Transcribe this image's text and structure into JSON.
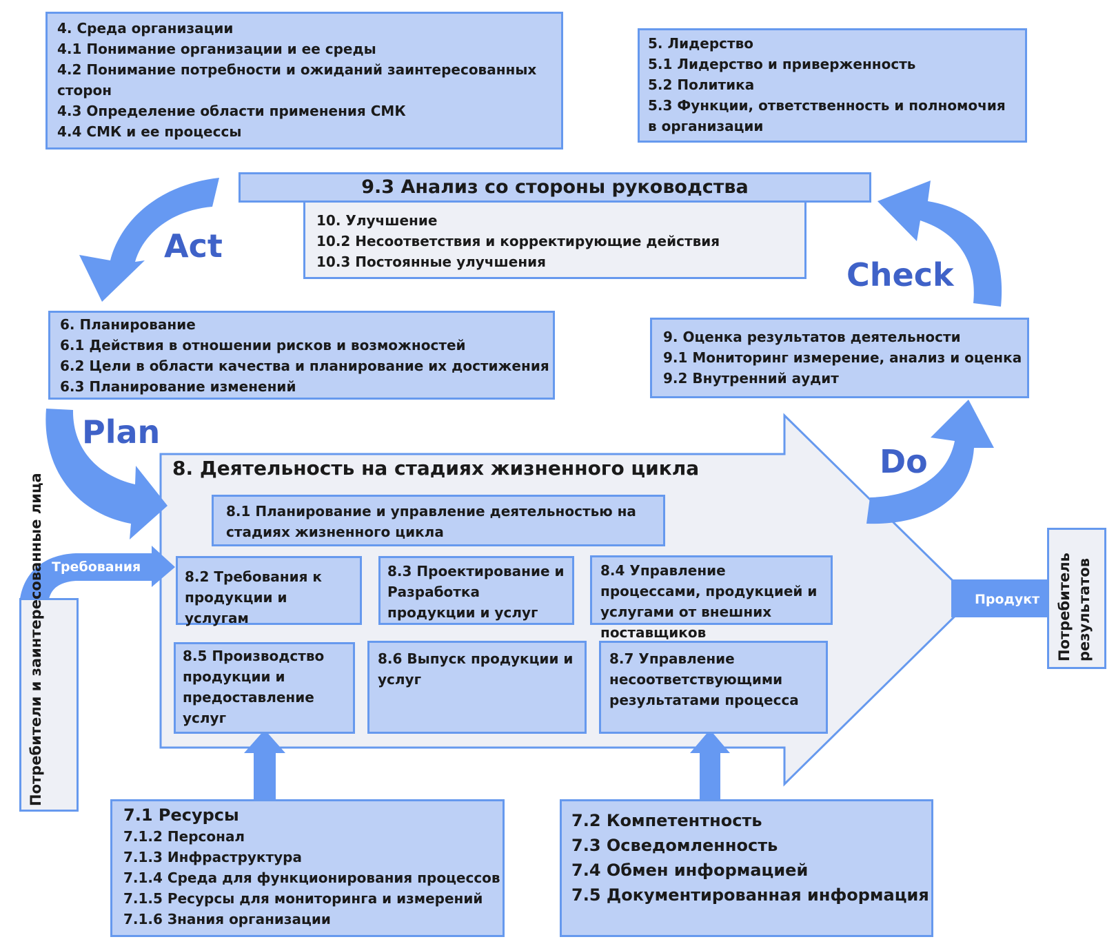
{
  "colors": {
    "box_fill": "#bdd0f6",
    "box_border": "#6699ee",
    "light_fill": "#eef0f6",
    "arrow": "#6699f2",
    "pdca_text": "#3f62c8"
  },
  "pdca": {
    "act": "Act",
    "plan": "Plan",
    "do": "Do",
    "check": "Check"
  },
  "context": {
    "lines": [
      "4. Среда организации",
      "4.1 Понимание организации и ее среды",
      "4.2 Понимание потребности и ожиданий заинтересованных сторон",
      "4.3 Определение области применения СМК",
      "4.4 СМК и ее процессы"
    ]
  },
  "leadership": {
    "lines": [
      "5. Лидерство",
      "5.1 Лидерство и приверженность",
      "5.2 Политика",
      "5.3 Функции, ответственность и полномочия в организации"
    ]
  },
  "management_review": {
    "title": "9.3 Анализ со стороны руководства"
  },
  "improvement": {
    "lines": [
      "10. Улучшение",
      "10.2 Несоответствия и корректирующие действия",
      "10.3 Постоянные улучшения"
    ]
  },
  "planning": {
    "lines": [
      "6. Планирование",
      "6.1 Действия в отношении рисков и возможностей",
      "6.2 Цели в области качества и планирование их достижения",
      "6.3 Планирование изменений"
    ]
  },
  "evaluation": {
    "lines": [
      "9. Оценка результатов деятельности",
      "9.1 Мониторинг измерение, анализ и оценка",
      "9.2 Внутренний аудит"
    ]
  },
  "operation": {
    "title": "8. Деятельность на стадиях жизненного цикла",
    "items": [
      "8.1 Планирование и управление деятельностью на стадиях жизненного цикла",
      "8.2 Требования к продукции и услугам",
      "8.3 Проектирование и Разработка продукции и услуг",
      "8.4 Управление процессами, продукцией и услугами от внешних поставщиков",
      "8.5 Производство продукции и предоставление услуг",
      "8.6 Выпуск продукции и услуг",
      "8.7 Управление несоответствующими результатами процесса"
    ]
  },
  "inputs": {
    "requirements_label": "Требования",
    "stakeholders_label": "Потребители и заинтересованные лица"
  },
  "outputs": {
    "product_label": "Продукт",
    "consumer_label": "Потребитель результатов"
  },
  "resources": {
    "title": "7.1 Ресурсы",
    "lines": [
      "7.1.2 Персонал",
      "7.1.3 Инфраструктура",
      "7.1.4 Среда для функционирования процессов",
      "7.1.5 Ресурсы для мониторинга и измерений",
      "7.1.6 Знания организации"
    ]
  },
  "support": {
    "lines": [
      "7.2 Компетентность",
      "7.3 Осведомленность",
      "7.4 Обмен информацией",
      "7.5 Документированная информация"
    ]
  }
}
